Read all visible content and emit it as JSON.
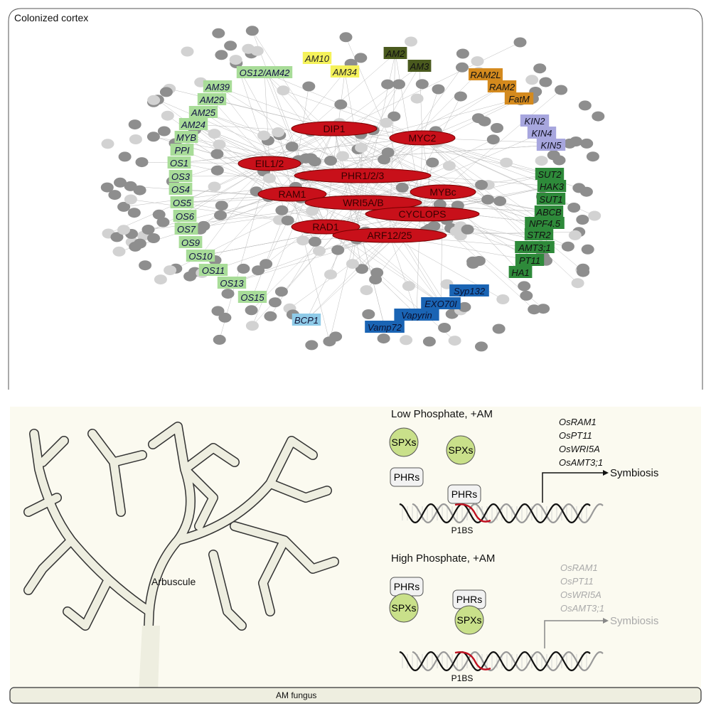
{
  "panel_title": "Colonized cortex",
  "colors": {
    "light_green": "#a8dc98",
    "yellow": "#f5f25a",
    "olive": "#4a5a1e",
    "orange": "#d48a1e",
    "lavender": "#a7a6de",
    "dark_green": "#2e8a3a",
    "blue": "#1a64b4",
    "light_blue": "#8fcbe8",
    "hub_red": "#c8101a",
    "node_grey": "#8a8a8a"
  },
  "gene_groups": {
    "light_green": [
      "OS12/AM42",
      "AM39",
      "AM29",
      "AM25",
      "AM24",
      "MYB",
      "PPI",
      "OS1",
      "OS3",
      "OS4",
      "OS5",
      "OS6",
      "OS7",
      "OS9",
      "OS10",
      "OS11",
      "OS13",
      "OS15"
    ],
    "yellow": [
      "AM10",
      "AM34"
    ],
    "olive": [
      "AM2",
      "AM3"
    ],
    "orange": [
      "RAM2L",
      "RAM2",
      "FatM"
    ],
    "lavender": [
      "KIN2",
      "KIN4",
      "KIN5"
    ],
    "dark_green": [
      "SUT2",
      "HAK3",
      "SUT1",
      "ABCB",
      "NPF4.5",
      "STR2",
      "AMT3;1",
      "PT11",
      "HA1"
    ],
    "blue": [
      "Syp132",
      "EXO70I",
      "Vapyrin",
      "Vamp72"
    ],
    "light_blue": [
      "BCP1"
    ]
  },
  "hubs": [
    "DIP1",
    "MYC2",
    "EIL1/2",
    "PHR1/2/3",
    "MYBc",
    "RAM1",
    "WRI5A/B",
    "CYCLOPS",
    "RAD1",
    "ARF12/25"
  ],
  "arbuscule_label": "Arbuscule",
  "fungus_label": "AM fungus",
  "low": {
    "title": "Low Phosphate, +AM",
    "spx": "SPXs",
    "phr": "PHRs",
    "site": "P1BS",
    "genes": [
      "OsRAM1",
      "OsPT11",
      "OsWRI5A",
      "OsAMT3;1"
    ],
    "outcome": "Symbiosis"
  },
  "high": {
    "title": "High Phosphate, +AM",
    "spx": "SPXs",
    "phr": "PHRs",
    "site": "P1BS",
    "genes": [
      "OsRAM1",
      "OsPT11",
      "OsWRI5A",
      "OsAMT3;1"
    ],
    "outcome": "Symbiosis"
  }
}
